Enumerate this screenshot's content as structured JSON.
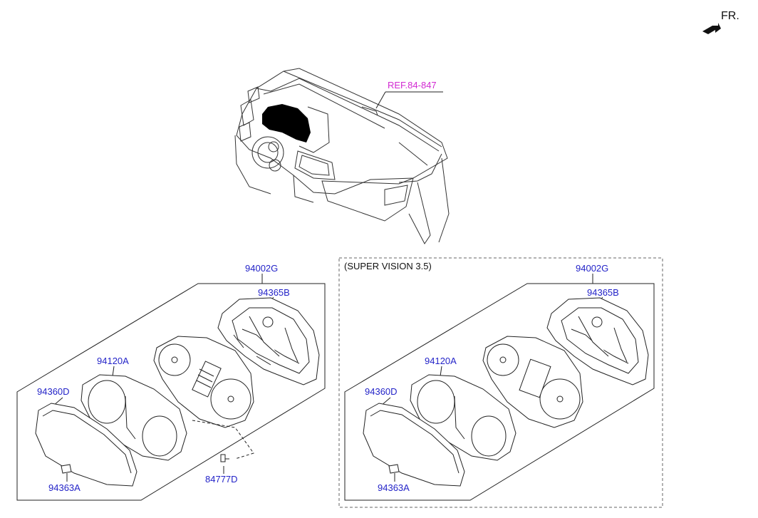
{
  "orientation": {
    "label": "FR."
  },
  "dashboard": {
    "ref_label": "REF.84-847"
  },
  "standard_cluster": {
    "labels": {
      "assembly": "94002G",
      "case": "94365B",
      "plate": "94120A",
      "lens": "94360D",
      "clip": "94363A",
      "screw": "84777D"
    }
  },
  "super_vision_cluster": {
    "title": "(SUPER VISION 3.5)",
    "labels": {
      "assembly": "94002G",
      "case": "94365B",
      "plate": "94120A",
      "lens": "94360D",
      "clip": "94363A"
    }
  },
  "colors": {
    "part_label": "#2323c8",
    "ref_label": "#d22ad2",
    "line": "#222222"
  }
}
